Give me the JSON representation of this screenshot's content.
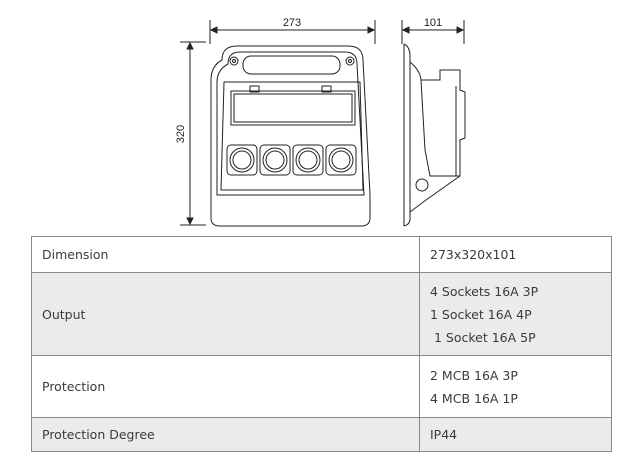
{
  "drawing": {
    "width_label": "273",
    "depth_label": "101",
    "height_label": "320"
  },
  "specs": [
    {
      "label": "Dimension",
      "values": [
        "273x320x101"
      ]
    },
    {
      "label": "Output",
      "values": [
        "4 Sockets 16A 3P",
        "1 Socket 16A 4P",
        " 1 Socket 16A 5P"
      ]
    },
    {
      "label": "Protection",
      "values": [
        "2 MCB 16A 3P",
        "4 MCB 16A 1P"
      ]
    },
    {
      "label": "Protection Degree",
      "values": [
        "IP44"
      ]
    }
  ]
}
